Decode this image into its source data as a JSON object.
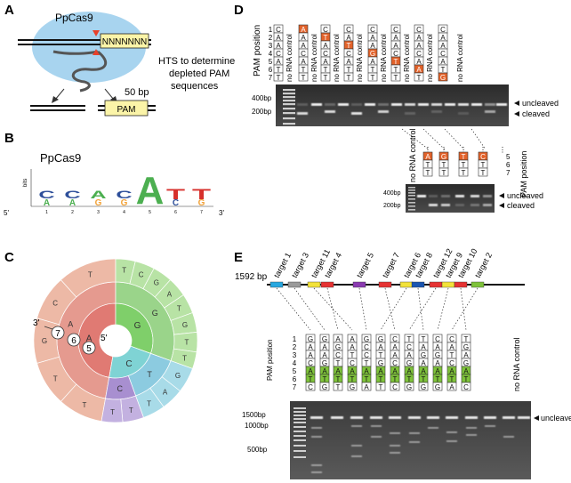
{
  "panel_labels": {
    "a": "A",
    "b": "B",
    "c": "C",
    "d": "D",
    "e": "E"
  },
  "panel_a": {
    "protein": "PpCas9",
    "random_pam": "NNNNNNN",
    "hts_text": [
      "HTS to determine",
      "depleted PAM",
      "sequences"
    ],
    "fragment_len": "50 bp",
    "pam_box": "PAM",
    "colors": {
      "protein_fill": "#a8d4ef",
      "pam_box": "#fbf4a8",
      "cut_marker": "#e8412b"
    }
  },
  "panel_b": {
    "title": "PpCas9",
    "ylabel": "bits",
    "positions": [
      "1",
      "2",
      "3",
      "4",
      "5",
      "6",
      "7"
    ],
    "five_prime": "5'",
    "three_prime": "3'",
    "logo_letters": [
      {
        "pos": 1,
        "letter": "C",
        "color": "#2e4f9a",
        "rank": "top"
      },
      {
        "pos": 1,
        "letter": "A",
        "color": "#4caf50",
        "rank": "bottom"
      },
      {
        "pos": 2,
        "letter": "C",
        "color": "#2e4f9a",
        "rank": "top"
      },
      {
        "pos": 2,
        "letter": "A",
        "color": "#4caf50",
        "rank": "bottom"
      },
      {
        "pos": 3,
        "letter": "A",
        "color": "#4caf50",
        "rank": "top"
      },
      {
        "pos": 3,
        "letter": "G",
        "color": "#f2a33a",
        "rank": "bottom"
      },
      {
        "pos": 4,
        "letter": "C",
        "color": "#2e4f9a",
        "rank": "top"
      },
      {
        "pos": 4,
        "letter": "G",
        "color": "#f2a33a",
        "rank": "bottom"
      },
      {
        "pos": 5,
        "letter": "A",
        "color": "#4caf50",
        "rank": "top"
      },
      {
        "pos": 6,
        "letter": "T",
        "color": "#d7302c",
        "rank": "top"
      },
      {
        "pos": 6,
        "letter": "C",
        "color": "#2e4f9a",
        "rank": "bottom"
      },
      {
        "pos": 7,
        "letter": "T",
        "color": "#d7302c",
        "rank": "top"
      },
      {
        "pos": 7,
        "letter": "G",
        "color": "#f2a33a",
        "rank": "bottom"
      }
    ]
  },
  "panel_c": {
    "center_label": "5'",
    "end_label": "3'",
    "position_markers": [
      "5",
      "6",
      "7"
    ],
    "inner_ring": [
      {
        "letter": "A",
        "color": "#e07a73"
      },
      {
        "letter": "G",
        "color": "#7fcf6a"
      },
      {
        "letter": "C",
        "color": "#7fd3d4"
      }
    ],
    "middle_ring": [
      {
        "letter": "A",
        "color": "#e59a8f"
      },
      {
        "letter": "G",
        "color": "#9ad48a"
      },
      {
        "letter": "T",
        "color": "#8ccbe0"
      },
      {
        "letter": "C",
        "color": "#a88fd0"
      }
    ],
    "outer_ring": [
      {
        "letter": "T",
        "color": "#edb9a6"
      },
      {
        "letter": "T",
        "color": "#edb9a6"
      },
      {
        "letter": "G",
        "color": "#edb9a6"
      },
      {
        "letter": "C",
        "color": "#edb9a6"
      },
      {
        "letter": "T",
        "color": "#edb9a6"
      },
      {
        "letter": "T",
        "color": "#b8e3a5"
      },
      {
        "letter": "C",
        "color": "#b8e3a5"
      },
      {
        "letter": "G",
        "color": "#b8e3a5"
      },
      {
        "letter": "A",
        "color": "#b8e3a5"
      },
      {
        "letter": "T",
        "color": "#b8e3a5"
      },
      {
        "letter": "G",
        "color": "#b8e3a5"
      },
      {
        "letter": "T",
        "color": "#b8e3a5"
      },
      {
        "letter": "T",
        "color": "#b8e3a5"
      },
      {
        "letter": "G",
        "color": "#a8dbe8"
      },
      {
        "letter": "A",
        "color": "#a8dbe8"
      },
      {
        "letter": "T",
        "color": "#a8dbe8"
      },
      {
        "letter": "T",
        "color": "#c3b1e0"
      },
      {
        "letter": "T",
        "color": "#c3b1e0"
      }
    ]
  },
  "panel_d": {
    "pam_position_label": "PAM position",
    "positions": [
      "1",
      "2",
      "3",
      "4",
      "5",
      "6",
      "7"
    ],
    "no_rna_label": "no RNA control",
    "columns": [
      {
        "bases": [
          "C",
          "A",
          "A",
          "C",
          "A",
          "T",
          "T"
        ],
        "highlight": -1
      },
      {
        "bases": [
          "A",
          "A",
          "A",
          "C",
          "A",
          "T",
          "T"
        ],
        "highlight": 0
      },
      {
        "bases": [
          "C",
          "T",
          "A",
          "C",
          "A",
          "T",
          "T"
        ],
        "highlight": 1
      },
      {
        "bases": [
          "C",
          "A",
          "T",
          "C",
          "A",
          "T",
          "T"
        ],
        "highlight": 2
      },
      {
        "bases": [
          "C",
          "A",
          "A",
          "G",
          "A",
          "T",
          "T"
        ],
        "highlight": 3
      },
      {
        "bases": [
          "C",
          "A",
          "A",
          "C",
          "T",
          "T",
          "T"
        ],
        "highlight": 4
      },
      {
        "bases": [
          "C",
          "A",
          "A",
          "C",
          "A",
          "A",
          "T"
        ],
        "highlight": 5
      },
      {
        "bases": [
          "C",
          "A",
          "A",
          "C",
          "A",
          "T",
          "G"
        ],
        "highlight": 6
      }
    ],
    "ladder_labels": [
      "400bp",
      "200bp"
    ],
    "band_labels": [
      "uncleaved",
      "cleaved"
    ],
    "sub_columns": [
      {
        "bases": [
          "A",
          "T",
          "T"
        ],
        "highlight": 0
      },
      {
        "bases": [
          "G",
          "T",
          "T"
        ],
        "highlight": 0
      },
      {
        "bases": [
          "T",
          "T",
          "T"
        ],
        "highlight": 0
      },
      {
        "bases": [
          "C",
          "T",
          "T"
        ],
        "highlight": 0
      }
    ],
    "sub_positions": [
      "5",
      "6",
      "7"
    ],
    "sub_ellipsis": "⋮",
    "highlight_color": "#e2622a"
  },
  "panel_e": {
    "length_label": "1592 bp",
    "targets": [
      {
        "name": "target 1",
        "color": "#27a7e0"
      },
      {
        "name": "target 3",
        "color": "#9a9a9a"
      },
      {
        "name": "target 11",
        "color": "#f2e23a"
      },
      {
        "name": "target 4",
        "color": "#e63232"
      },
      {
        "name": "target 5",
        "color": "#8a3ab0"
      },
      {
        "name": "target 7",
        "color": "#e63232"
      },
      {
        "name": "target 6",
        "color": "#f2e23a"
      },
      {
        "name": "target 8",
        "color": "#1a55b0"
      },
      {
        "name": "target 12",
        "color": "#e63232"
      },
      {
        "name": "target 9",
        "color": "#f2e23a"
      },
      {
        "name": "target 10",
        "color": "#e63232"
      },
      {
        "name": "target 2",
        "color": "#7ec23a"
      }
    ],
    "pam_position_label": "PAM position",
    "positions": [
      "1",
      "2",
      "3",
      "4",
      "5",
      "6",
      "7"
    ],
    "no_rna_label": "no RNA control",
    "columns": [
      {
        "bases": [
          "G",
          "A",
          "A",
          "C",
          "A",
          "T",
          "C"
        ]
      },
      {
        "bases": [
          "G",
          "A",
          "A",
          "G",
          "A",
          "T",
          "G"
        ]
      },
      {
        "bases": [
          "A",
          "G",
          "C",
          "T",
          "A",
          "T",
          "T"
        ]
      },
      {
        "bases": [
          "A",
          "A",
          "T",
          "C",
          "A",
          "T",
          "G"
        ]
      },
      {
        "bases": [
          "G",
          "C",
          "C",
          "T",
          "A",
          "T",
          "A"
        ]
      },
      {
        "bases": [
          "G",
          "A",
          "T",
          "G",
          "A",
          "T",
          "T"
        ]
      },
      {
        "bases": [
          "C",
          "A",
          "A",
          "C",
          "A",
          "T",
          "C"
        ]
      },
      {
        "bases": [
          "T",
          "C",
          "A",
          "G",
          "A",
          "T",
          "G"
        ]
      },
      {
        "bases": [
          "T",
          "A",
          "G",
          "A",
          "A",
          "T",
          "G"
        ]
      },
      {
        "bases": [
          "C",
          "A",
          "G",
          "A",
          "A",
          "T",
          "G"
        ]
      },
      {
        "bases": [
          "C",
          "A",
          "T",
          "C",
          "A",
          "T",
          "A"
        ]
      },
      {
        "bases": [
          "T",
          "G",
          "A",
          "G",
          "A",
          "T",
          "C"
        ]
      }
    ],
    "green_rows": [
      4,
      5
    ],
    "green_color": "#7ec23a",
    "ladder_labels": [
      "1500bp",
      "1000bp",
      "500bp"
    ],
    "band_label": "uncleaved"
  }
}
